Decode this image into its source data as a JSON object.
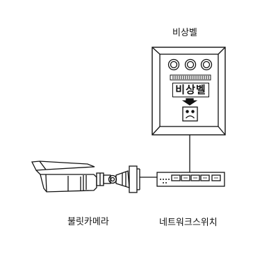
{
  "labels": {
    "emergency_bell": "비상벨",
    "panel_plate": "비상벨",
    "bullet_camera": "불릿카메라",
    "network_switch": "네트워크스위치"
  },
  "colors": {
    "line": "#111111",
    "background": "#ffffff"
  },
  "icons": [
    "emergency-bell-panel",
    "bullet-camera",
    "network-switch",
    "sad-face-icon",
    "arrow-down-icon"
  ]
}
